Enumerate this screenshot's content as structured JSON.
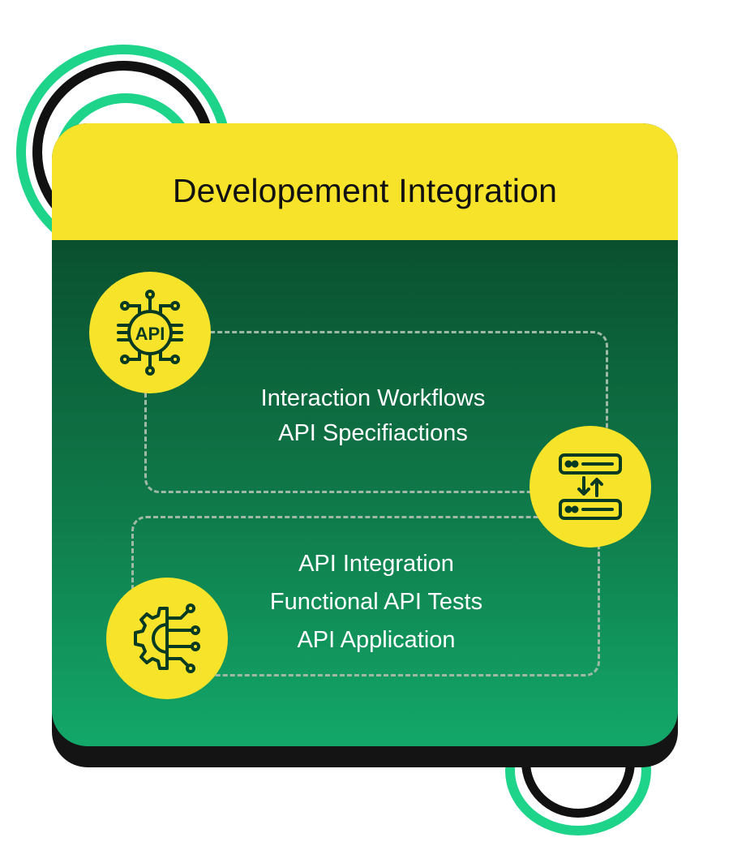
{
  "title": "Developement Integration",
  "icons": {
    "top": "api-chip-icon",
    "right": "server-transfer-icon",
    "bottom": "gear-circuit-icon"
  },
  "upper_group": {
    "lines": [
      "Interaction Workflows",
      "API Specifiactions"
    ]
  },
  "lower_group": {
    "lines": [
      "API Integration",
      "Functional API Tests",
      "API Application"
    ]
  },
  "colors": {
    "accent_yellow": "#f6e32a",
    "ring_green": "#1ed48a",
    "ring_black": "#111111",
    "card_top": "#063a22",
    "card_bottom": "#13a86a"
  }
}
